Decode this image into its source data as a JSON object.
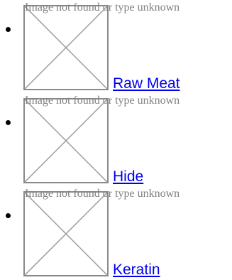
{
  "image_alt": "Image not found or type unknown",
  "items": [
    {
      "label": "Raw Meat"
    },
    {
      "label": "Hide"
    },
    {
      "label": "Keratin"
    }
  ],
  "colors": {
    "link": "#0000ee",
    "alt_text": "#808080",
    "image_border": "#8a8a8a"
  }
}
